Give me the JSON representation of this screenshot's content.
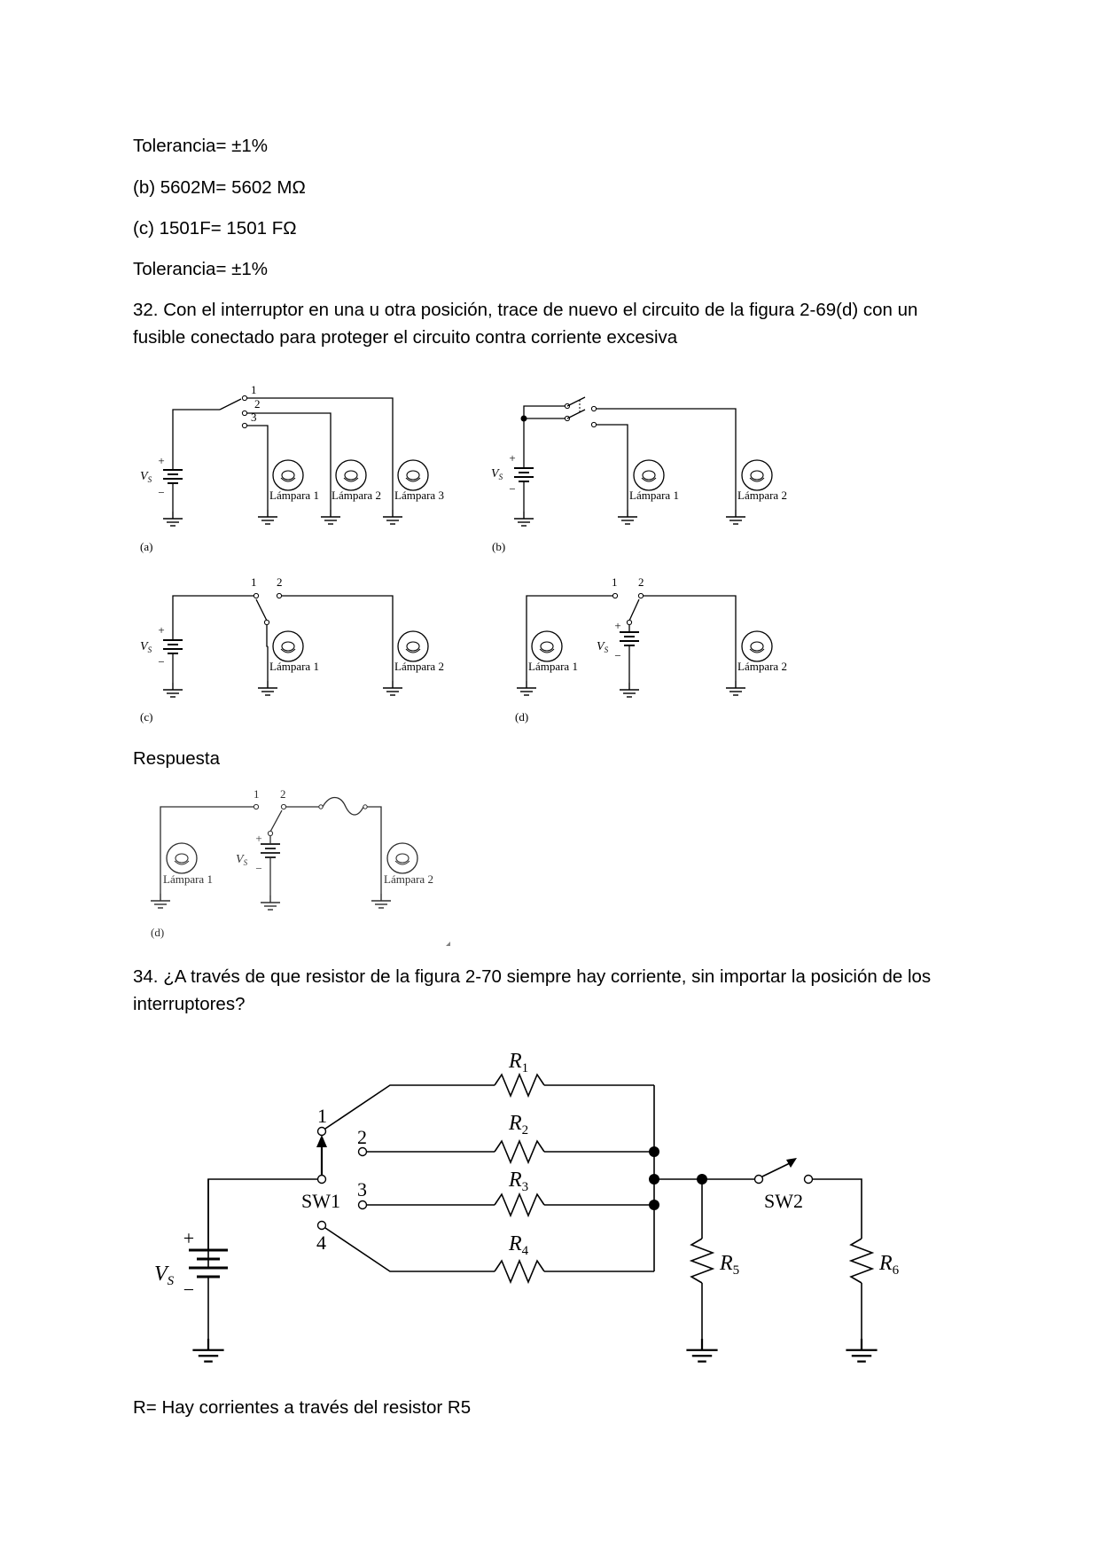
{
  "text": {
    "p1": "Tolerancia= ±1%",
    "p2": "(b) 5602M= 5602 MΩ",
    "p3": "(c) 1501F= 1501 FΩ",
    "p4": "Tolerancia= ±1%",
    "p5": "32. Con el interruptor en una u otra posición, trace de nuevo el circuito de la figura 2-69(d) con un fusible conectado para proteger el circuito contra corriente excesiva",
    "respuesta": "Respuesta",
    "p34": "34. ¿A través de que resistor de la figura 2-70 siempre hay corriente, sin importar la posición de los interruptores?",
    "answer": "R= Hay corrientes a través del resistor R5"
  },
  "fig69": {
    "a": {
      "caption": "(a)",
      "vs": "V",
      "vs_sub": "S",
      "plus": "+",
      "minus": "−",
      "pos1": "1",
      "pos2": "2",
      "pos3": "3",
      "lamp1": "Lámpara 1",
      "lamp2": "Lámpara 2",
      "lamp3": "Lámpara 3"
    },
    "b": {
      "caption": "(b)",
      "vs": "V",
      "vs_sub": "S",
      "plus": "+",
      "minus": "−",
      "lamp1": "Lámpara 1",
      "lamp2": "Lámpara 2"
    },
    "c": {
      "caption": "(c)",
      "vs": "V",
      "vs_sub": "S",
      "plus": "+",
      "minus": "−",
      "pos1": "1",
      "pos2": "2",
      "lamp1": "Lámpara 1",
      "lamp2": "Lámpara 2"
    },
    "d": {
      "caption": "(d)",
      "vs": "V",
      "vs_sub": "S",
      "plus": "+",
      "minus": "−",
      "pos1": "1",
      "pos2": "2",
      "lamp1": "Lámpara 1",
      "lamp2": "Lámpara 2"
    }
  },
  "answer_fig": {
    "caption": "(d)",
    "vs": "V",
    "vs_sub": "S",
    "plus": "+",
    "minus": "−",
    "pos1": "1",
    "pos2": "2",
    "lamp1": "Lámpara 1",
    "lamp2": "Lámpara 2"
  },
  "fig70": {
    "r1": "R",
    "r1_sub": "1",
    "r2": "R",
    "r2_sub": "2",
    "r3": "R",
    "r3_sub": "3",
    "r4": "R",
    "r4_sub": "4",
    "r5": "R",
    "r5_sub": "5",
    "r6": "R",
    "r6_sub": "6",
    "sw1": "SW1",
    "sw2": "SW2",
    "pos1": "1",
    "pos2": "2",
    "pos3": "3",
    "pos4": "4",
    "vs": "V",
    "vs_sub": "S",
    "plus": "+",
    "minus": "−"
  }
}
